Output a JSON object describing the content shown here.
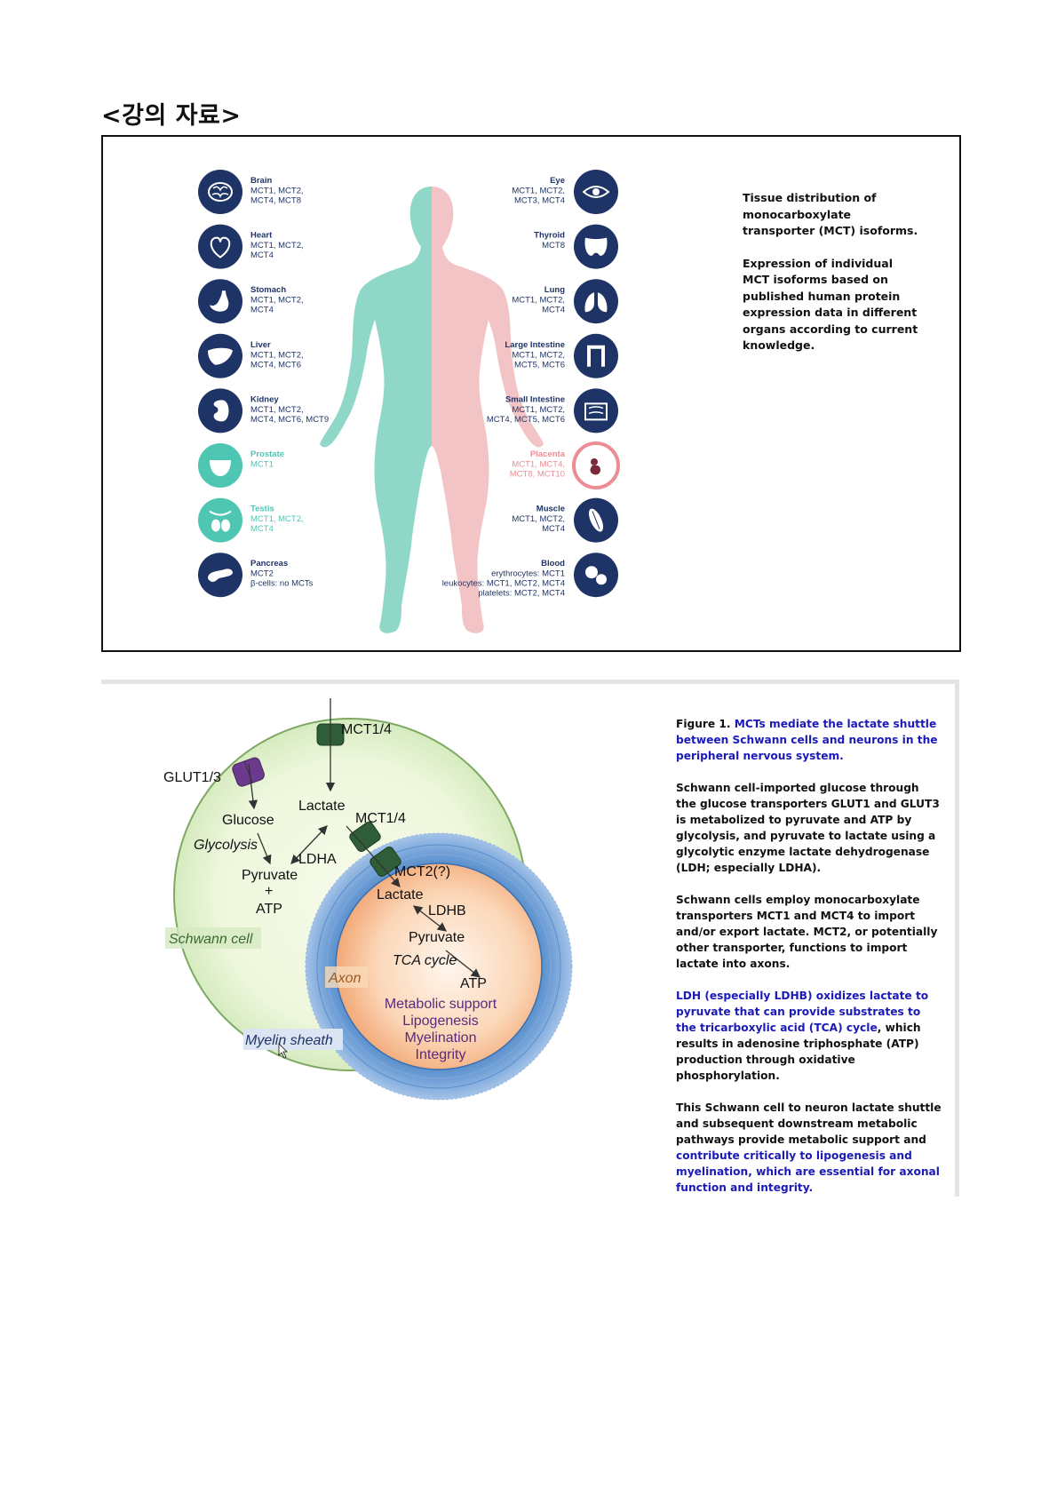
{
  "heading": "<강의 자료>",
  "slide1": {
    "left_organs": [
      {
        "name": "Brain",
        "mct": [
          "MCT1, MCT2,",
          "MCT4, MCT8"
        ],
        "icon": "brain-icon",
        "color": "#1f3466"
      },
      {
        "name": "Heart",
        "mct": [
          "MCT1, MCT2,",
          "MCT4"
        ],
        "icon": "heart-icon",
        "color": "#1f3466"
      },
      {
        "name": "Stomach",
        "mct": [
          "MCT1, MCT2,",
          "MCT4"
        ],
        "icon": "stomach-icon",
        "color": "#1f3466"
      },
      {
        "name": "Liver",
        "mct": [
          "MCT1, MCT2,",
          "MCT4, MCT6"
        ],
        "icon": "liver-icon",
        "color": "#1f3466"
      },
      {
        "name": "Kidney",
        "mct": [
          "MCT1, MCT2,",
          "MCT4, MCT6, MCT9"
        ],
        "icon": "kidney-icon",
        "color": "#1f3466"
      },
      {
        "name": "Prostate",
        "mct": [
          "MCT1"
        ],
        "icon": "prostate-icon",
        "color": "#4fc6b2"
      },
      {
        "name": "Testis",
        "mct": [
          "MCT1, MCT2,",
          "MCT4"
        ],
        "icon": "testis-icon",
        "color": "#4fc6b2"
      },
      {
        "name": "Pancreas",
        "mct": [
          "MCT2",
          "β-cells: no MCTs"
        ],
        "icon": "pancreas-icon",
        "color": "#1f3466"
      }
    ],
    "right_organs": [
      {
        "name": "Eye",
        "mct": [
          "MCT1, MCT2,",
          "MCT3, MCT4"
        ],
        "icon": "eye-icon",
        "color": "#1f3466"
      },
      {
        "name": "Thyroid",
        "mct": [
          "MCT8"
        ],
        "icon": "thyroid-icon",
        "color": "#1f3466"
      },
      {
        "name": "Lung",
        "mct": [
          "MCT1, MCT2,",
          "MCT4"
        ],
        "icon": "lung-icon",
        "color": "#1f3466"
      },
      {
        "name": "Large Intestine",
        "mct": [
          "MCT1, MCT2,",
          "MCT5, MCT6"
        ],
        "icon": "large-intestine-icon",
        "color": "#1f3466"
      },
      {
        "name": "Small Intestine",
        "mct": [
          "MCT1, MCT2,",
          "MCT4, MCT5, MCT6"
        ],
        "icon": "small-intestine-icon",
        "color": "#1f3466"
      },
      {
        "name": "Placenta",
        "mct": [
          "MCT1, MCT4,",
          "MCT8, MCT10"
        ],
        "icon": "placenta-icon",
        "color": "#ee8c95"
      },
      {
        "name": "Muscle",
        "mct": [
          "MCT1, MCT2,",
          "MCT4"
        ],
        "icon": "muscle-icon",
        "color": "#1f3466"
      },
      {
        "name": "Blood",
        "mct": [
          "erythrocytes: MCT1",
          "leukocytes: MCT1, MCT2, MCT4",
          "platelets: MCT2, MCT4"
        ],
        "icon": "blood-icon",
        "color": "#1f3466"
      }
    ],
    "caption_title": "Tissue distribution of monocarboxylate transporter (MCT) isoforms.",
    "caption_body": "Expression of individual MCT isoforms based on published human protein expression data in different organs according to current knowledge."
  },
  "slide2": {
    "labels": {
      "mct14_top": "MCT1/4",
      "glut": "GLUT1/3",
      "glucose": "Glucose",
      "glycolysis": "Glycolysis",
      "lactate1": "Lactate",
      "ldha": "LDHA",
      "pyruvate1": "Pyruvate",
      "plus": "+",
      "atp1": "ATP",
      "mct14_mid": "MCT1/4",
      "mct2": "MCT2(?)",
      "lactate2": "Lactate",
      "ldhb": "LDHB",
      "pyruvate2": "Pyruvate",
      "tca": "TCA cycle",
      "atp2": "ATP",
      "schwann": "Schwann cell",
      "axon": "Axon",
      "myelin": "Myelin sheath",
      "support": [
        "Metabolic support",
        "Lipogenesis",
        "Myelination",
        "Integrity"
      ]
    },
    "caption": {
      "fig_prefix": "Figure 1.",
      "fig_title": "MCTs mediate the lactate shuttle between Schwann cells and neurons in the peripheral nervous system.",
      "p1": "Schwann cell-imported glucose through the glucose transporters GLUT1 and GLUT3 is metabolized to pyruvate and ATP by glycolysis, and pyruvate to lactate using a glycolytic enzyme lactate dehydrogenase (LDH; especially LDHA).",
      "p2": "Schwann cells employ monocarboxylate transporters MCT1 and MCT4 to import and/or export lactate. MCT2, or potentially other transporter, functions to import lactate into axons.",
      "p3_blue": "LDH (especially LDHB) oxidizes lactate to pyruvate that can provide substrates to the tricarboxylic acid (TCA) cycle",
      "p3_rest": ", which results in adenosine triphosphate (ATP) production through oxidative phosphorylation.",
      "p4_black": "This Schwann cell to neuron lactate shuttle and subsequent downstream metabolic pathways provide metabolic support and ",
      "p4_blue": "contribute critically to lipogenesis and myelination, which are essential for axonal function and integrity."
    }
  }
}
